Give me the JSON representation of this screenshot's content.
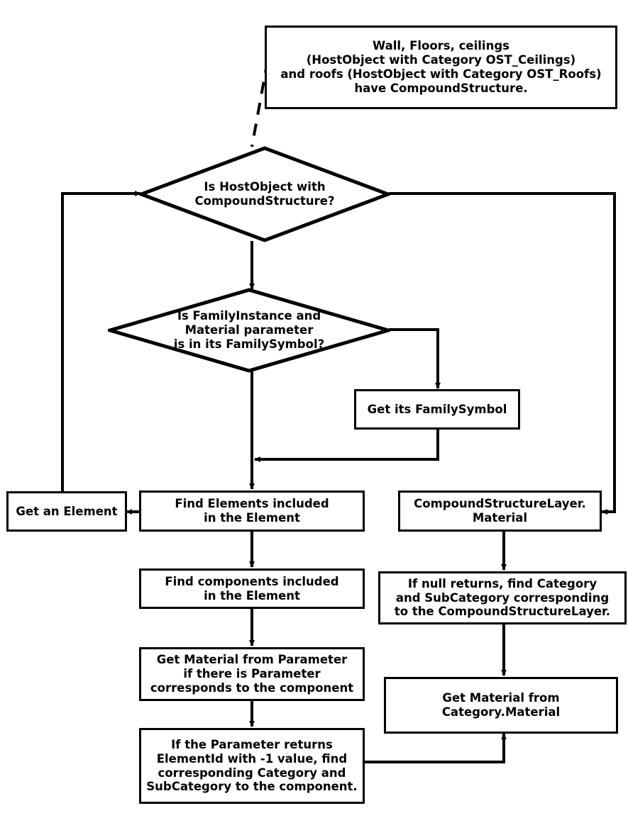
{
  "diagram": {
    "title": "Revit element material resolution flowchart",
    "type": "flowchart",
    "background_color": "#ffffff",
    "stroke_color": "#000000",
    "text_color": "#000000"
  },
  "nodes": {
    "note_hostobject": {
      "shape": "note",
      "text": "Wall, Floors, ceilings\n(HostObject with Category OST_Ceilings)\nand roofs (HostObject with Category OST_Roofs)\nhave CompoundStructure."
    },
    "decision_hostobject": {
      "shape": "diamond",
      "text": "Is HostObject with\nCompoundStructure?"
    },
    "decision_familyinstance": {
      "shape": "diamond",
      "text": "Is FamilyInstance and\nMaterial parameter\nis in its FamilySymbol?"
    },
    "get_familysymbol": {
      "shape": "box",
      "text": "Get its FamilySymbol"
    },
    "get_an_element": {
      "shape": "box",
      "text": "Get an Element"
    },
    "find_elements": {
      "shape": "box",
      "text": "Find Elements included\nin the Element"
    },
    "compoundstructurelayer_material": {
      "shape": "box",
      "text": "CompoundStructureLayer.\nMaterial"
    },
    "find_components": {
      "shape": "box",
      "text": "Find components included\nin the Element"
    },
    "if_null_returns": {
      "shape": "box",
      "text": "If null returns, find Category\nand SubCategory corresponding\nto the CompoundStructureLayer."
    },
    "get_material_from_parameter": {
      "shape": "box",
      "text": "Get Material from Parameter\nif there is Parameter\ncorresponds to the component"
    },
    "get_material_from_category": {
      "shape": "box",
      "text": "Get Material from\nCategory.Material"
    },
    "if_parameter_returns_elementid": {
      "shape": "box",
      "text": "If the Parameter returns\nElementId with -1 value, find\ncorresponding Category and\nSubCategory to the component."
    }
  },
  "edges": [
    {
      "from": "note_hostobject",
      "to": "decision_hostobject",
      "style": "dashed",
      "arrow": false
    },
    {
      "from": "decision_hostobject",
      "to": "decision_familyinstance",
      "style": "solid",
      "arrow": true
    },
    {
      "from": "decision_hostobject",
      "to": "compoundstructurelayer_material",
      "style": "solid",
      "arrow": true
    },
    {
      "from": "decision_familyinstance",
      "to": "get_familysymbol",
      "style": "solid",
      "arrow": true
    },
    {
      "from": "get_familysymbol",
      "to": "find_elements",
      "style": "solid",
      "arrow": true
    },
    {
      "from": "decision_familyinstance",
      "to": "find_elements",
      "style": "solid",
      "arrow": true
    },
    {
      "from": "find_elements",
      "to": "get_an_element",
      "style": "solid",
      "arrow": true
    },
    {
      "from": "get_an_element",
      "to": "decision_hostobject",
      "style": "solid",
      "arrow": true
    },
    {
      "from": "find_elements",
      "to": "find_components",
      "style": "solid",
      "arrow": true
    },
    {
      "from": "find_components",
      "to": "get_material_from_parameter",
      "style": "solid",
      "arrow": true
    },
    {
      "from": "get_material_from_parameter",
      "to": "if_parameter_returns_elementid",
      "style": "solid",
      "arrow": true
    },
    {
      "from": "if_parameter_returns_elementid",
      "to": "get_material_from_category",
      "style": "solid",
      "arrow": true
    },
    {
      "from": "compoundstructurelayer_material",
      "to": "if_null_returns",
      "style": "solid",
      "arrow": true
    },
    {
      "from": "if_null_returns",
      "to": "get_material_from_category",
      "style": "solid",
      "arrow": true
    }
  ]
}
